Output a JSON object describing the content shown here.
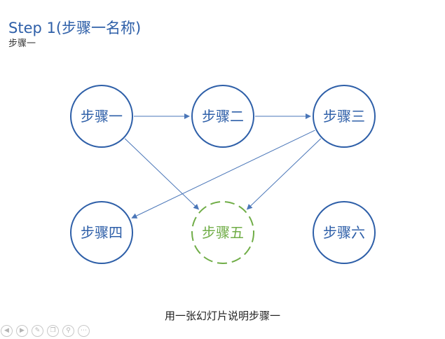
{
  "header": {
    "title": "Step 1(步骤一名称)",
    "subtitle": "步骤一"
  },
  "diagram": {
    "nodes": [
      {
        "id": "step1",
        "label": "步骤一",
        "style": "solid"
      },
      {
        "id": "step2",
        "label": "步骤二",
        "style": "solid"
      },
      {
        "id": "step3",
        "label": "步骤三",
        "style": "solid"
      },
      {
        "id": "step4",
        "label": "步骤四",
        "style": "solid"
      },
      {
        "id": "step5",
        "label": "步骤五",
        "style": "dashed-highlight"
      },
      {
        "id": "step6",
        "label": "步骤六",
        "style": "solid"
      }
    ],
    "edges": [
      {
        "from": "step1",
        "to": "step2"
      },
      {
        "from": "step2",
        "to": "step3"
      },
      {
        "from": "step1",
        "to": "step5"
      },
      {
        "from": "step3",
        "to": "step4"
      },
      {
        "from": "step3",
        "to": "step5"
      }
    ],
    "colors": {
      "node": "#2e5fa8",
      "highlight": "#70ad47",
      "edge": "#4a76b8"
    }
  },
  "caption": "用一张幻灯片说明步骤一",
  "toolbar": {
    "icons": [
      "previous-icon",
      "next-icon",
      "pen-icon",
      "copy-slides-icon",
      "zoom-icon",
      "more-icon"
    ]
  }
}
